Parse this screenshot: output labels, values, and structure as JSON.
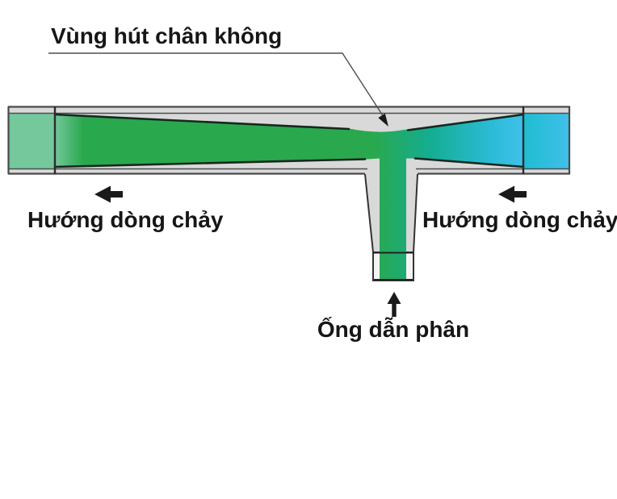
{
  "labels": {
    "vacuum_zone": "Vùng hút chân không",
    "flow_left": "Hướng dòng chảy",
    "flow_right": "Hướng dòng chảy",
    "fertilizer_pipe": "Ống dẫn phân"
  },
  "icons": {
    "flow_left_arrow": "left-arrow",
    "flow_right_arrow": "left-arrow",
    "fertilizer_up_arrow": "up-arrow",
    "vacuum_leader_pointer": "leader-line-arrow"
  },
  "colors": {
    "background": "#ffffff",
    "pipe_gray": "#d9d9d9",
    "pipe_outline": "#4a4a4a",
    "flange_line": "#2b2b2b",
    "left_cap_green": "#74c89c",
    "flow_green": "#2aa84d",
    "flow_teal": "#14ad92",
    "flow_cyan": "#3fc0ea",
    "cap_cyan_left": "#1ebdd0",
    "cap_cyan_right": "#41bfea",
    "flow_edge_dark": "#16281e",
    "coupling_white": "#f4f4f4",
    "arrow_black": "#1a1a1a",
    "leader_line": "#4f4f4f",
    "text": "#161616"
  }
}
